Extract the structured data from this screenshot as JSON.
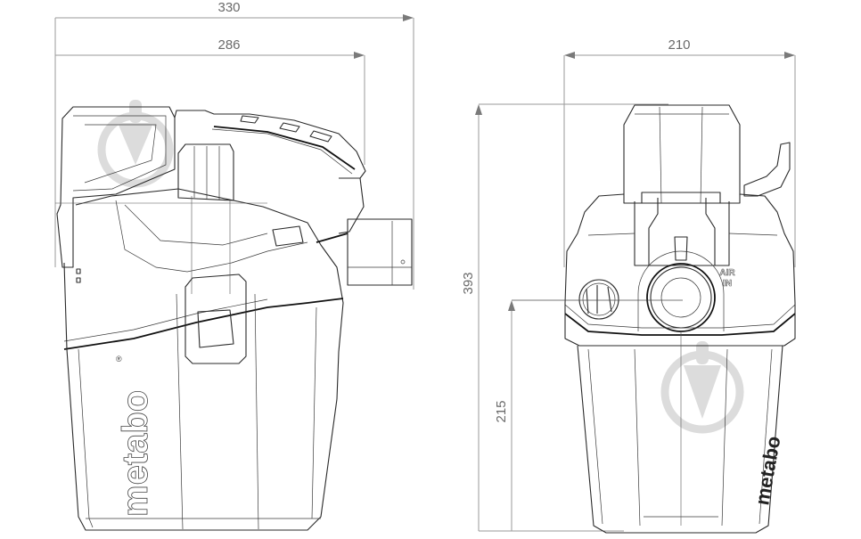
{
  "drawing": {
    "subject": "metabo wet/dry vacuum dimensional drawing",
    "views": [
      "side-view",
      "front-view"
    ],
    "units": "mm"
  },
  "dimensions": {
    "side_overall_length": "330",
    "side_body_length": "286",
    "front_width": "210",
    "overall_height": "393",
    "inlet_height": "215"
  },
  "labels": {
    "brand_side": "metabo",
    "brand_front": "metabo",
    "registered_mark": "®",
    "air_in_line1": "AIR",
    "air_in_line2": "IN"
  },
  "colors": {
    "line": "#2a2a2a",
    "dimension_line": "#9a9a9a",
    "dimension_text": "#6a6a6a",
    "watermark": "#dcdcdc",
    "background": "#ffffff"
  }
}
